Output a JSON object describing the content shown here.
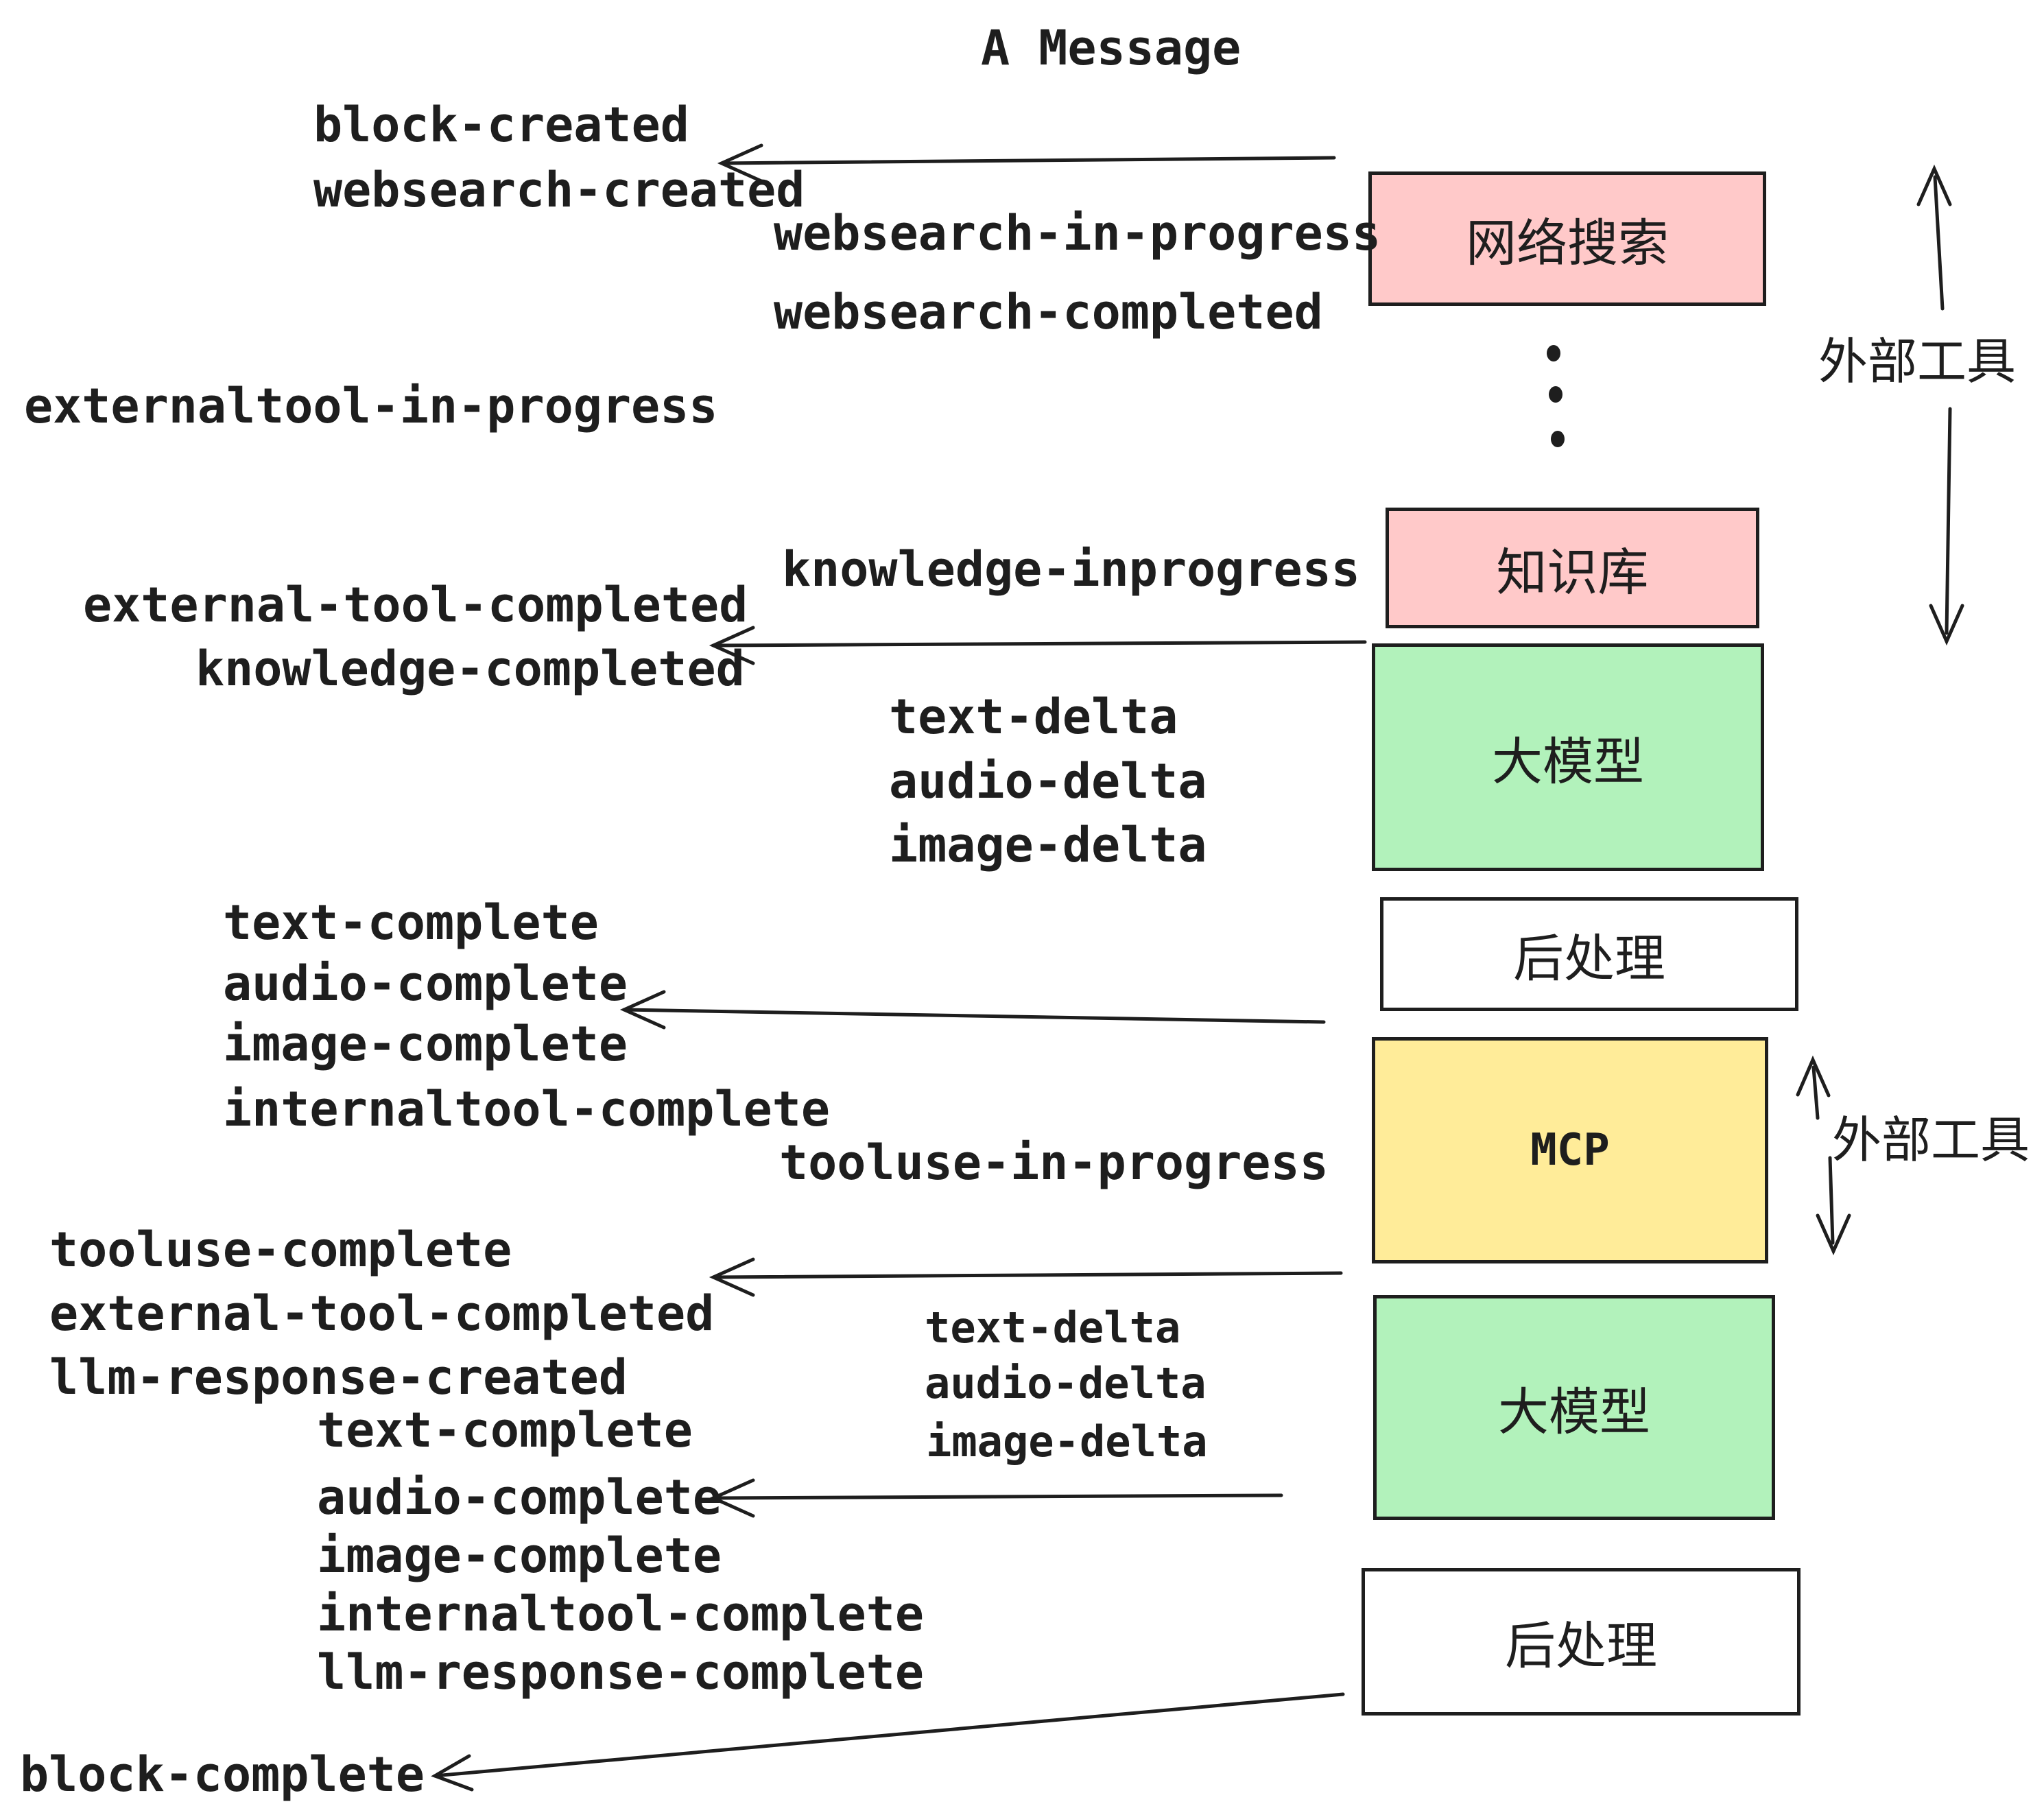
{
  "title": "A Message",
  "events": [
    "block-created",
    "websearch-created",
    "websearch-in-progress",
    "websearch-completed",
    "externaltool-in-progress",
    "knowledge-inprogress",
    "external-tool-completed",
    "knowledge-completed",
    "text-delta",
    "audio-delta",
    "image-delta",
    "text-complete",
    "audio-complete",
    "image-complete",
    "internaltool-complete",
    "tooluse-in-progress",
    "tooluse-complete",
    "external-tool-completed",
    "llm-response-created",
    "text-delta",
    "audio-delta",
    "image-delta",
    "text-complete",
    "audio-complete",
    "image-complete",
    "internaltool-complete",
    "llm-response-complete",
    "block-complete"
  ],
  "boxes": [
    {
      "label": "网络搜索",
      "fill": "#ffc9c9"
    },
    {
      "label": "知识库",
      "fill": "#ffc9c9"
    },
    {
      "label": "大模型",
      "fill": "#b2f2bb"
    },
    {
      "label": "后处理",
      "fill": "#ffffff"
    },
    {
      "label": "MCP",
      "fill": "#ffec99"
    },
    {
      "label": "大模型",
      "fill": "#b2f2bb"
    },
    {
      "label": "后处理",
      "fill": "#ffffff"
    }
  ],
  "side": [
    {
      "label": "外部工具"
    },
    {
      "label": "外部工具"
    }
  ],
  "colors": {
    "pink": "#ffc9c9",
    "green": "#b2f2bb",
    "yellow": "#ffec99",
    "white": "#ffffff",
    "stroke": "#1e1e1e",
    "background": "#ffffff"
  }
}
